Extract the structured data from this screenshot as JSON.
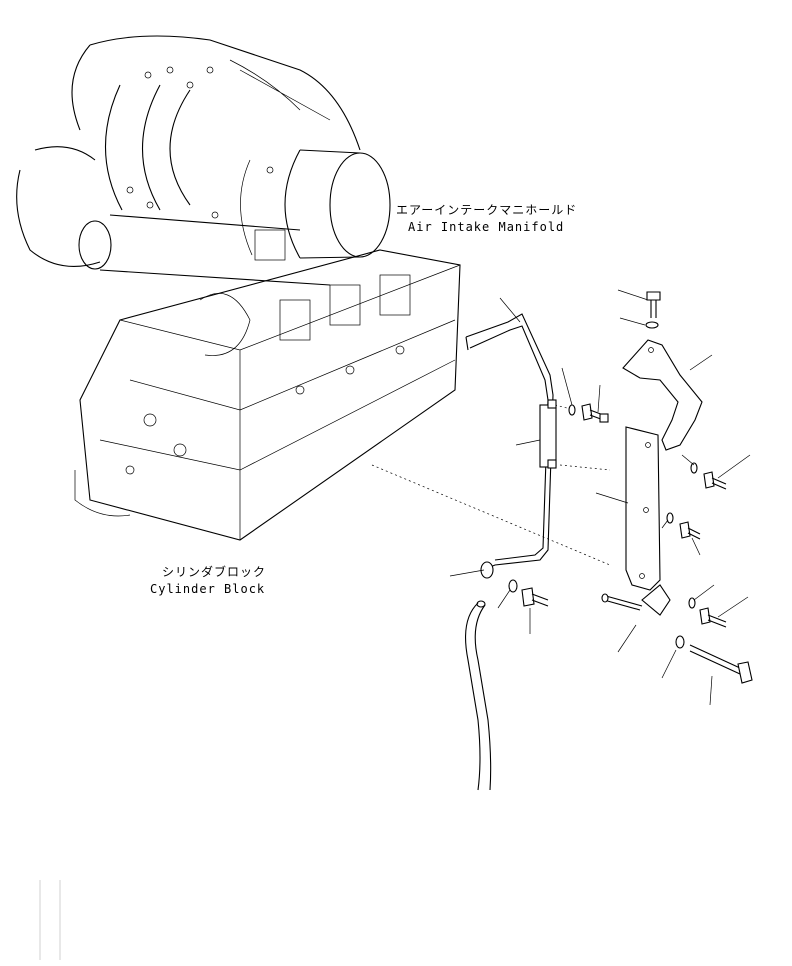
{
  "labels": {
    "air_intake_manifold_jp": "エアーインテークマニホールド",
    "air_intake_manifold_en": "Air Intake Manifold",
    "cylinder_block_jp": "シリンダブロック",
    "cylinder_block_en": "Cylinder Block"
  }
}
